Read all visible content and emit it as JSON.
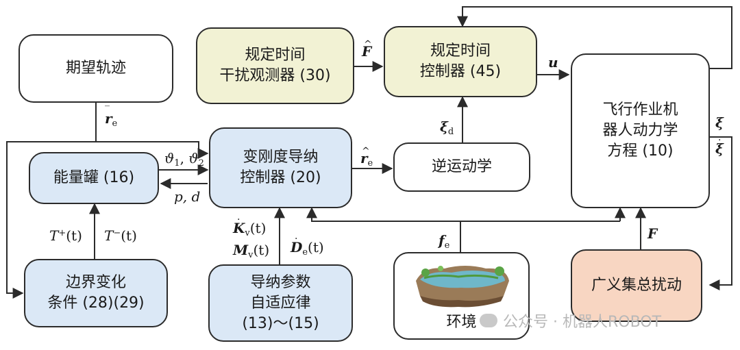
{
  "boxes": {
    "trajectory": [
      "期望轨迹"
    ],
    "observer": [
      "规定时间",
      "干扰观测器 (30)"
    ],
    "controller": [
      "规定时间",
      "控制器 (45)"
    ],
    "dynamics": [
      "飞行作业机",
      "器人动力学",
      "方程 (10)"
    ],
    "energy_tank": [
      "能量罐 (16)"
    ],
    "admittance": [
      "变刚度导纳",
      "控制器 (20)"
    ],
    "inverse_kinematics": [
      "逆运动学"
    ],
    "boundary": [
      "边界变化",
      "条件 (28)(29)"
    ],
    "adaptive_law": [
      "导纳参数",
      "自适应律",
      "(13)～(15)"
    ],
    "environment": [
      "环境"
    ],
    "disturbance": [
      "广义集总扰动"
    ]
  },
  "signals": {
    "F_hat": "F",
    "u": "u",
    "r_bar": "r",
    "r_bar_sub": "e",
    "theta": "ϑ",
    "theta_1": "1",
    "theta_2": "2",
    "p_d": "p, d",
    "r_hat": "r",
    "r_hat_sub": "e",
    "xi_d": "ξ",
    "xi_d_sub": "d",
    "xi": "ξ",
    "xi_dot": "ξ",
    "T": "T",
    "T_plus": "+",
    "T_minus": "−",
    "of_t": "(t)",
    "K": "K",
    "M": "M",
    "D": "D",
    "v_sub": "v",
    "e_sub": "e",
    "f_e": "f",
    "f_e_sub": "e",
    "F": "F"
  },
  "watermark": "公众号 · 机器人ROBOT",
  "colors": {
    "line": "#2b2b2b",
    "yellow_box": "#f2f2d4",
    "blue_box": "#dbe8f6",
    "peach_box": "#f8d6c2"
  }
}
